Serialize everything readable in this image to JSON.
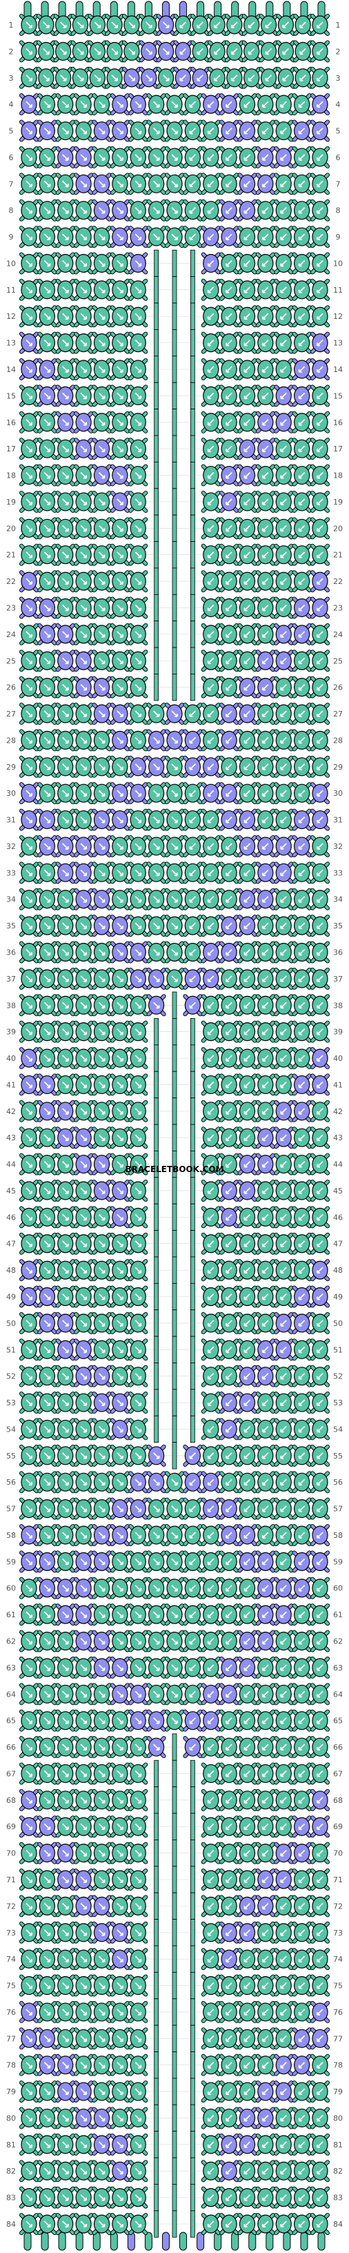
{
  "watermark": "BRACELETBOOK.COM",
  "row_count": 84,
  "colors": {
    "A": "#56c3a4",
    "B": "#8f8fef",
    "outline": "#000000",
    "grid": "#d8d8d8",
    "row_number": "#555555"
  },
  "legend": {
    "string_colors": [
      "A",
      "B"
    ]
  },
  "pattern": {
    "description_codes": "A = teal knot, B = periwinkle knot, . = no knot (center gap)",
    "rows": [
      "AAAAAAAABAAAAAAAAA",
      "AAAAAAABBBAAAAAAAA",
      "AAAAAABBABBAAAAAAA",
      "BAAAABBAAABBAAAAB",
      "BBAABBAAAAABBAABB",
      "AABBAAAAAAAAABBAA",
      "AAABBAAAAAAABBAAA",
      "AAAABBAAAAABBAAAA",
      "AAAAABBAAABBAAAAA",
      "AAAAAAB...BAAAAAA",
      "AAAAAAA...AAAAAAA",
      "AAAAAAA...AAAAAAA",
      "BAAAAAA...AAAAAAB",
      "BBAAAAA...AAAAABB",
      "ABBAAAA...AAAABBA",
      "AABBAAA...AAABBAA",
      "AAABBAA...AABBAAA",
      "AAAABBA...ABBAAAA",
      "AAAAABA...ABAAAAA",
      "AAAAAAA...AAAAAAA",
      "AAAAAAA...AAAAAAA",
      "BAAAAAA...AAAAAAB",
      "BBAAAAA...AAAAABB",
      "ABBAAAA...AAAABBA",
      "AABBAAA...AAABBAA",
      "AAABBAA...AABBAAA",
      "AAAABBAABAABBAAAA",
      "AAAAABABBBABAAAAA",
      "AAAAAABBABBAAAAAA",
      "BAAAABBAAABBAAAAB",
      "BBAABBAAAAABBAABB",
      "ABBBBAAAAAAABBBBA",
      "AABBAAAAAAAAABBAA",
      "AAABBAAAAAAABBAAA",
      "AAAABBAAAAABBAAAA",
      "AAAAABBAAABBAAAAA",
      "AAAAAABBABBAAAAAA",
      "AAAAAAAB.BAAAAAAA",
      "AAAAAAA...AAAAAAA",
      "BAAAAAA...AAAAAAB",
      "BBAAAAA...AAAAABB",
      "ABBAAAA...AAAABBA",
      "AABBAAA...AAABBAA",
      "AAABBAA...AABBAAA",
      "AAAABBA...ABBAAAA",
      "AAAAABA...ABAAAAA",
      "AAAAAAA...AAAAAAA",
      "BAAAAAA...AAAAAAB",
      "BBAAAAA...AAAAABB",
      "ABBAAAA...AAAABBA",
      "AABBAAA...AAABBAA",
      "AAABBAA...AABBAAA",
      "AAAABBA...ABBAAAA",
      "AAAAABA...ABAAAAA",
      "AAAAAAAB.BAAAAAAA",
      "AAAAAABBABBAAAAAA",
      "AAAAABBAAABBAAAAA",
      "BAAABBAAAAABBAAAB",
      "BBABBAAAAAAABBABB",
      "ABBBAAAAAAAAABBBA",
      "AABBAAAAAAAAABBAA",
      "AAABBAAAAAAABBAAA",
      "AAAABBAAAAABBAAAA",
      "AAAAABBAAABBAAAAA",
      "AAAAAABBABBAAAAAA",
      "AAAAAAAB.BAAAAAAA",
      "AAAAAAA...AAAAAAA",
      "BAAAAAA...AAAAAAB",
      "BBAAAAA...AAAAABB",
      "ABBAAAA...AAAABBA",
      "AABBAAA...AAABBAA",
      "AAABBAA...AABBAAA",
      "AAAABBA...ABBAAAA",
      "AAAAABA...ABAAAAA",
      "AAAAAAA...AAAAAAA",
      "BAAAAAA...AAAAAAB",
      "BBAAAAA...AAAAABB",
      "ABBAAAA...AAAABBA",
      "AABBAAA...AAABBAA",
      "AAABBAA...AABBAAA",
      "AAAABBA...ABBAAAA",
      "AAAAABA...ABAAAAA",
      "AAAAAAA...AAAAAAA",
      "AAAAAAA...AAAAAAA"
    ]
  },
  "top_strings": [
    "A",
    "A",
    "A",
    "A",
    "A",
    "A",
    "A",
    "A",
    "B",
    "B",
    "A",
    "A",
    "A",
    "A",
    "A",
    "A",
    "A",
    "A"
  ],
  "bottom_strings": [
    "A",
    "A",
    "A",
    "A",
    "A",
    "A",
    "B",
    "A",
    "B",
    "A",
    "B",
    "A",
    "A",
    "A",
    "A",
    "A",
    "A",
    "A"
  ]
}
